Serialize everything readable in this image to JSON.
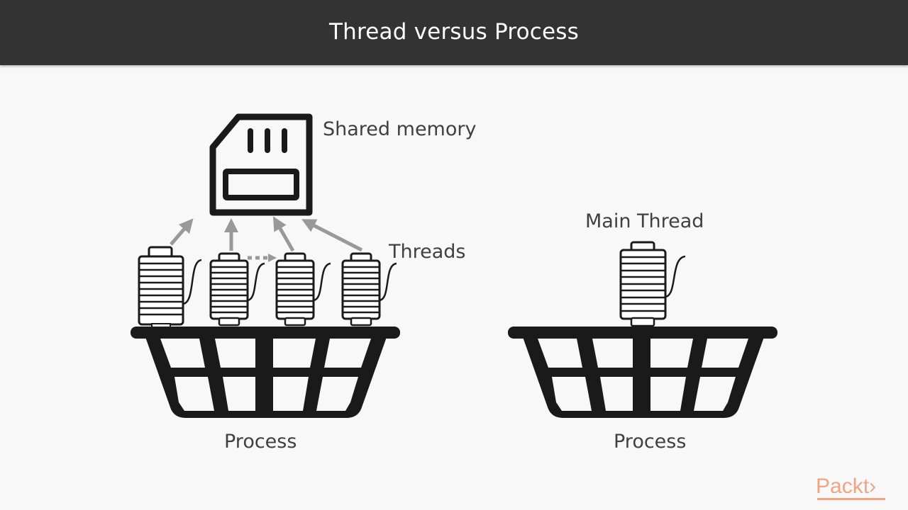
{
  "header": {
    "title": "Thread versus Process"
  },
  "left_panel": {
    "memory_label": "Shared memory",
    "threads_label": "Threads",
    "process_label": "Process",
    "thread_count": 4,
    "icons": [
      "memory-card-icon",
      "thread-spool-icon",
      "basket-icon",
      "arrow-icon"
    ]
  },
  "right_panel": {
    "main_thread_label": "Main Thread",
    "process_label": "Process",
    "thread_count": 1
  },
  "branding": {
    "logo_text": "Packt›",
    "color": "#f0a487"
  },
  "colors": {
    "header_bg": "#333333",
    "background": "#f8f8f8",
    "icon": "#1a1a1a",
    "arrow": "#999999",
    "text": "#404040"
  }
}
